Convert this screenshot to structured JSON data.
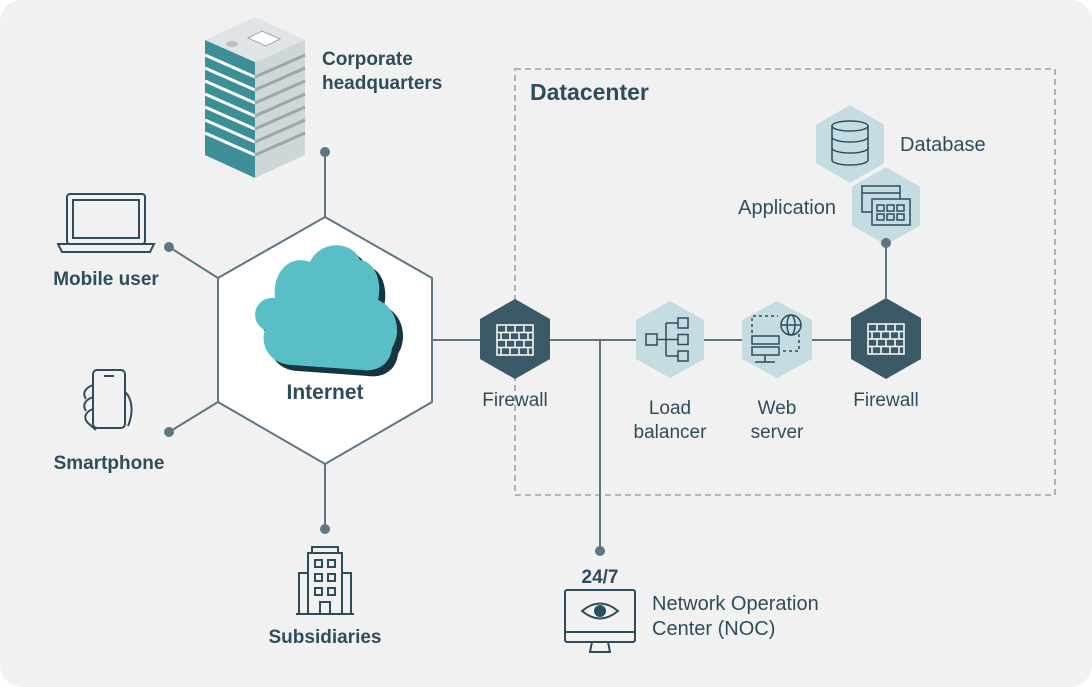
{
  "colors": {
    "background": "#f1f1f1",
    "text": "#2e4d5c",
    "dark_hex": "#3b5967",
    "light_hex": "#c5dde2",
    "cloud": "#5abec6",
    "line": "#5d7681",
    "dashed_border": "#a3a3a3"
  },
  "internet": {
    "label": "Internet"
  },
  "datacenter": {
    "title": "Datacenter"
  },
  "nodes": {
    "corporate": {
      "line1": "Corporate",
      "line2": "headquarters",
      "icon": "office-building-icon"
    },
    "mobile_user": {
      "label": "Mobile user",
      "icon": "laptop-icon"
    },
    "smartphone": {
      "label": "Smartphone",
      "icon": "smartphone-hand-icon"
    },
    "subsidiaries": {
      "label": "Subsidiaries",
      "icon": "building-icon"
    },
    "firewall_outer": {
      "label": "Firewall",
      "icon": "brick-wall-icon"
    },
    "load_balancer": {
      "line1": "Load",
      "line2": "balancer",
      "icon": "load-balancer-icon"
    },
    "web_server": {
      "line1": "Web",
      "line2": "server",
      "icon": "web-server-icon"
    },
    "firewall_inner": {
      "label": "Firewall",
      "icon": "brick-wall-icon"
    },
    "application": {
      "label": "Application",
      "icon": "application-window-icon"
    },
    "database": {
      "label": "Database",
      "icon": "database-icon"
    },
    "noc": {
      "badge": "24/7",
      "line1": "Network Operation",
      "line2": "Center (NOC)",
      "icon": "monitor-eye-icon"
    }
  }
}
